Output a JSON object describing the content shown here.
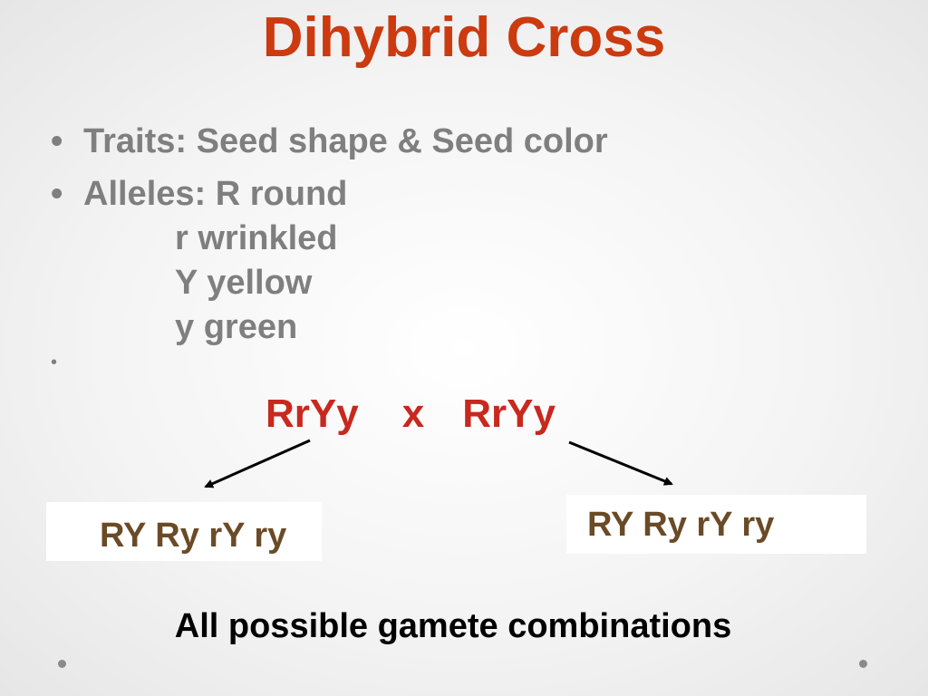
{
  "slide": {
    "title": "Dihybrid Cross",
    "bullets": [
      {
        "text": "Traits: Seed shape & Seed color"
      },
      {
        "text": "Alleles: R round"
      }
    ],
    "allele_lines": [
      "r wrinkled",
      "Y yellow",
      "y green"
    ],
    "empty_bullet": "•",
    "bullet_glyph": "•",
    "cross": {
      "parent_left": "RrYy",
      "operator": "x",
      "parent_right": "RrYy"
    },
    "gametes_left": "RY Ry rY ry",
    "gametes_right": "RY Ry rY ry",
    "footer": "All possible gamete combinations"
  },
  "colors": {
    "title": "#cc3a10",
    "bullet_text": "#7f7f7f",
    "cross_text": "#c8281e",
    "gamete_text": "#6b4a26",
    "footer_text": "#000000"
  }
}
